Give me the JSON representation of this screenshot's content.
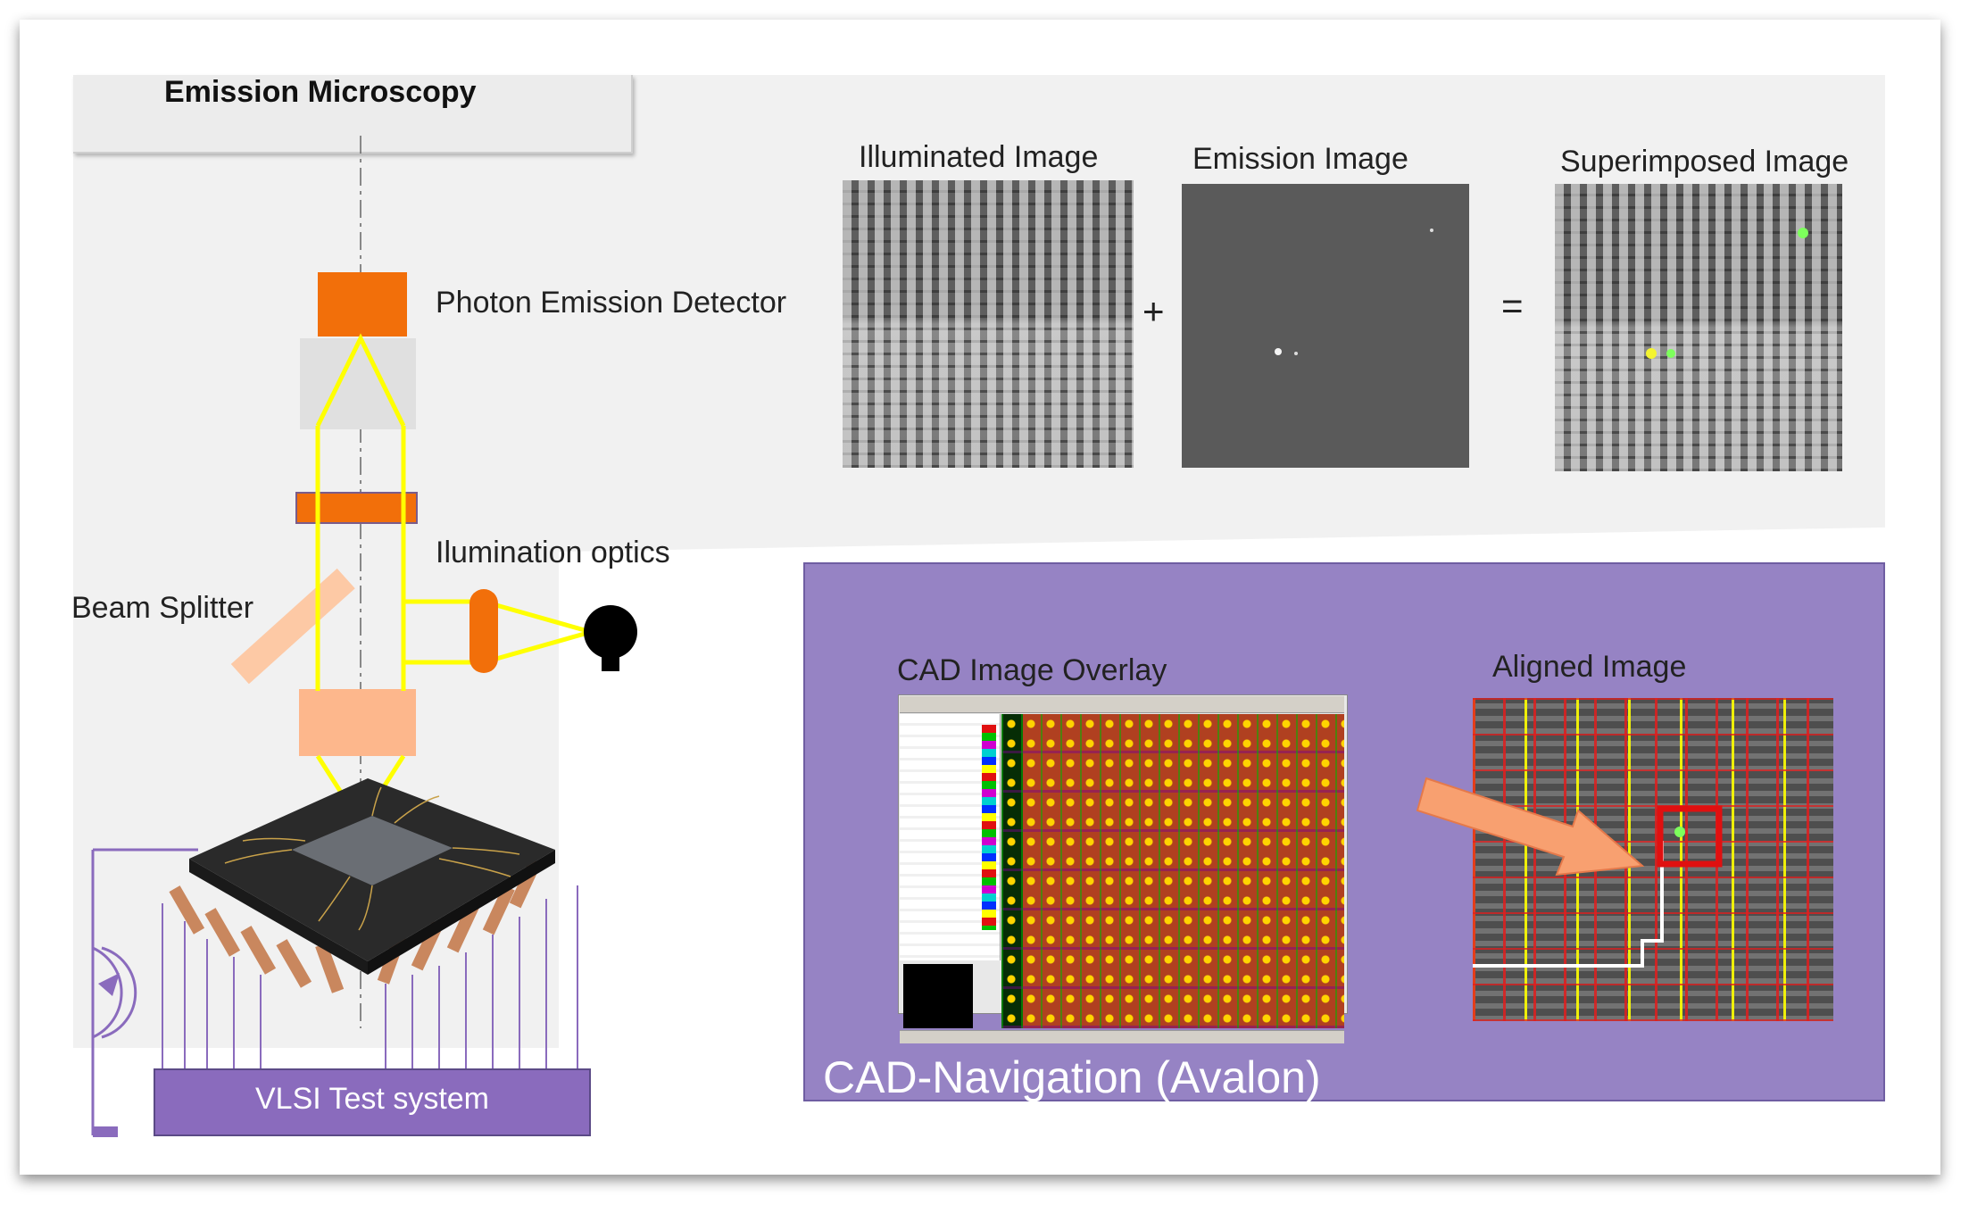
{
  "diagram": {
    "header_title": "Emission Microscopy",
    "labels": {
      "photon_emission_detector": "Photon Emission Detector",
      "illumination_optics": "Ilumination optics",
      "beam_splitter": "Beam Splitter",
      "vlsi_test_system": "VLSI Test system"
    },
    "image_strip": {
      "illuminated_title": "Illuminated Image",
      "emission_title": "Emission Image",
      "superimposed_title": "Superimposed Image",
      "plus_sign": "+",
      "equals_sign": "="
    },
    "cad_panel": {
      "overlay_title": "CAD Image Overlay",
      "aligned_title": "Aligned Image",
      "caption": "CAD-Navigation (Avalon)",
      "panel_color": "#9683c4"
    },
    "colors": {
      "beam": "#ffff00",
      "detector": "#f26f0a",
      "lens_light": "#fdb78c",
      "vlsi_box": "#8a6bbd",
      "highlight": "#e01010"
    }
  }
}
